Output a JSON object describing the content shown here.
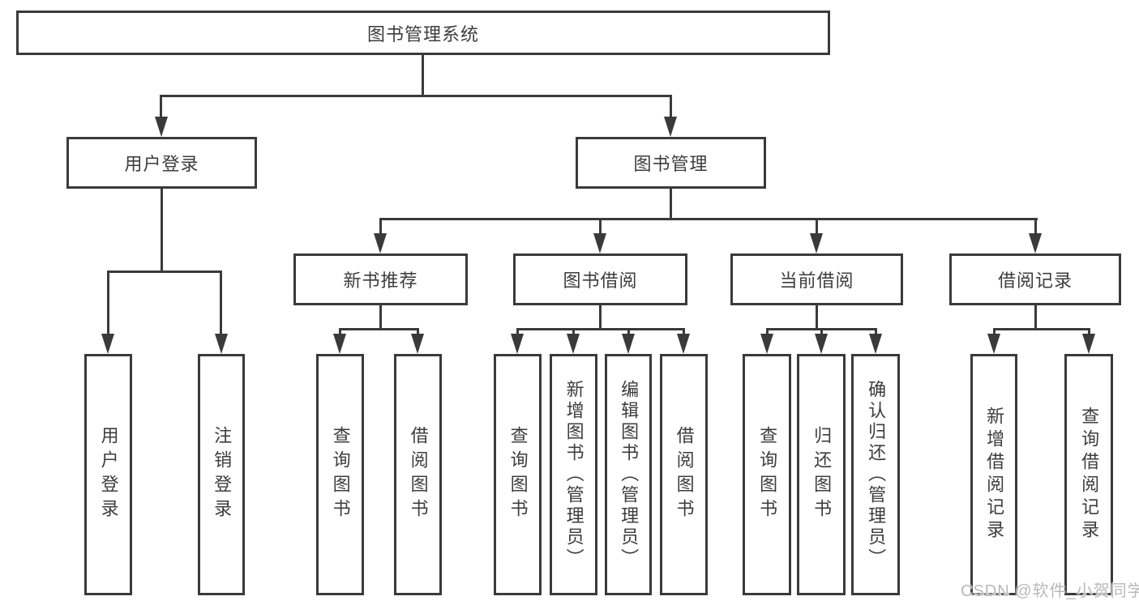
{
  "diagram": {
    "title": "图书管理系统",
    "tree": {
      "root": {
        "id": "library-management-system",
        "label": "图书管理系统"
      },
      "level2": [
        {
          "id": "user-login",
          "label": "用户登录",
          "parent": "library-management-system"
        },
        {
          "id": "book-management",
          "label": "图书管理",
          "parent": "library-management-system"
        }
      ],
      "level3": [
        {
          "id": "new-book-recommend",
          "label": "新书推荐",
          "parent": "book-management"
        },
        {
          "id": "book-borrowing",
          "label": "图书借阅",
          "parent": "book-management"
        },
        {
          "id": "current-borrowing",
          "label": "当前借阅",
          "parent": "book-management"
        },
        {
          "id": "borrowing-records",
          "label": "借阅记录",
          "parent": "book-management"
        }
      ],
      "level4": [
        {
          "id": "leaf-user-login",
          "label": "用户登录",
          "parent": "user-login"
        },
        {
          "id": "leaf-logout",
          "label": "注销登录",
          "parent": "user-login"
        },
        {
          "id": "leaf-query-books-recommend",
          "label": "查询图书",
          "parent": "new-book-recommend"
        },
        {
          "id": "leaf-borrow-books-recommend",
          "label": "借阅图书",
          "parent": "new-book-recommend"
        },
        {
          "id": "leaf-query-books-borrowing",
          "label": "查询图书",
          "parent": "book-borrowing"
        },
        {
          "id": "leaf-add-books-admin",
          "label": "新增图书（管理员）",
          "parent": "book-borrowing"
        },
        {
          "id": "leaf-edit-books-admin",
          "label": "编辑图书（管理员）",
          "parent": "book-borrowing"
        },
        {
          "id": "leaf-borrow-books-borrowing",
          "label": "借阅图书",
          "parent": "book-borrowing"
        },
        {
          "id": "leaf-query-books-current",
          "label": "查询图书",
          "parent": "current-borrowing"
        },
        {
          "id": "leaf-return-books",
          "label": "归还图书",
          "parent": "current-borrowing"
        },
        {
          "id": "leaf-confirm-return-admin",
          "label": "确认归还（管理员）",
          "parent": "current-borrowing"
        },
        {
          "id": "leaf-add-borrow-record",
          "label": "新增借阅记录",
          "parent": "borrowing-records"
        },
        {
          "id": "leaf-query-borrow-record",
          "label": "查询借阅记录",
          "parent": "borrowing-records"
        }
      ]
    },
    "watermark": "CSDN @软件_小贺同学",
    "colors": {
      "line": "#3a3a3a",
      "text": "#3d3d3d",
      "background": "#ffffff",
      "watermark": "#b9b9b9"
    }
  }
}
